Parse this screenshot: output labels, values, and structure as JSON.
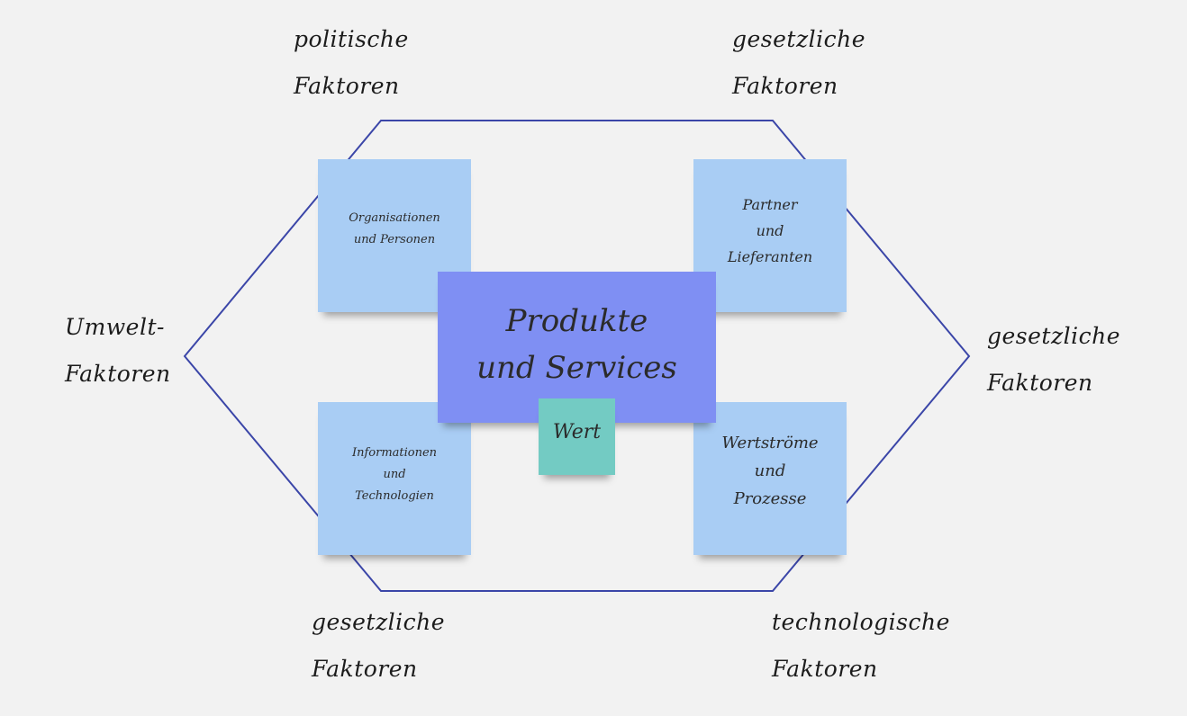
{
  "diagram": {
    "center": {
      "label_line1": "Produkte",
      "label_line2": "und Services"
    },
    "value": {
      "label": "Wert"
    },
    "quadrants": {
      "top_left": {
        "line1": "Organisationen",
        "line2": "und Personen"
      },
      "top_right": {
        "line1": "Partner",
        "line2": "und",
        "line3": "Lieferanten"
      },
      "bottom_left": {
        "line1": "Informationen",
        "line2": "und",
        "line3": "Technologien"
      },
      "bottom_right": {
        "line1": "Wertströme",
        "line2": "und",
        "line3": "Prozesse"
      }
    },
    "factors": {
      "top_left": {
        "line1": "politische",
        "line2": "Faktoren"
      },
      "top_right": {
        "line1": "gesetzliche",
        "line2": "Faktoren"
      },
      "left": {
        "line1": "Umwelt-",
        "line2": "Faktoren"
      },
      "right": {
        "line1": "gesetzliche",
        "line2": "Faktoren"
      },
      "bottom_left": {
        "line1": "gesetzliche",
        "line2": "Faktoren"
      },
      "bottom_right": {
        "line1": "technologische",
        "line2": "Faktoren"
      }
    },
    "colors": {
      "background": "#f2f2f2",
      "hexagon_stroke": "#3b46a8",
      "sticky_light": "#a9cdf4",
      "sticky_main": "#7f8ff3",
      "sticky_value": "#73cbc3"
    }
  }
}
